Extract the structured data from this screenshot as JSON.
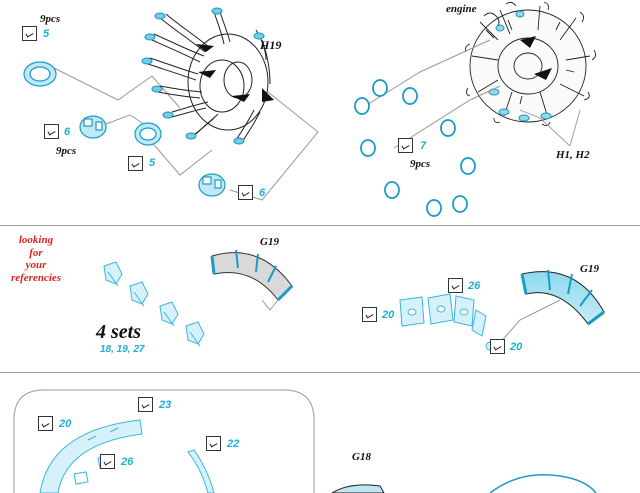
{
  "top": {
    "label_9pcs_a": "9pcs",
    "label_9pcs_b": "9pcs",
    "label_9pcs_c": "9pcs",
    "label_h19": "H19",
    "label_engine": "engine",
    "label_h1h2": "H1, H2",
    "part_5a": "5",
    "part_6a": "6",
    "part_5b": "5",
    "part_6b": "6",
    "part_7": "7"
  },
  "middle": {
    "references_note": [
      "looking",
      "for",
      "your",
      "referencies"
    ],
    "label_g19_left": "G19",
    "label_g19_right": "G19",
    "sets_title": "4 sets",
    "sets_parts": "18, 19, 27",
    "part_26": "26",
    "part_20a": "20",
    "part_20b": "20"
  },
  "bottom": {
    "part_20": "20",
    "part_23": "23",
    "part_26": "26",
    "part_22": "22",
    "label_g18": "G18"
  },
  "colors": {
    "part_blue": "#1ab0d8",
    "note_red": "#e02020"
  }
}
